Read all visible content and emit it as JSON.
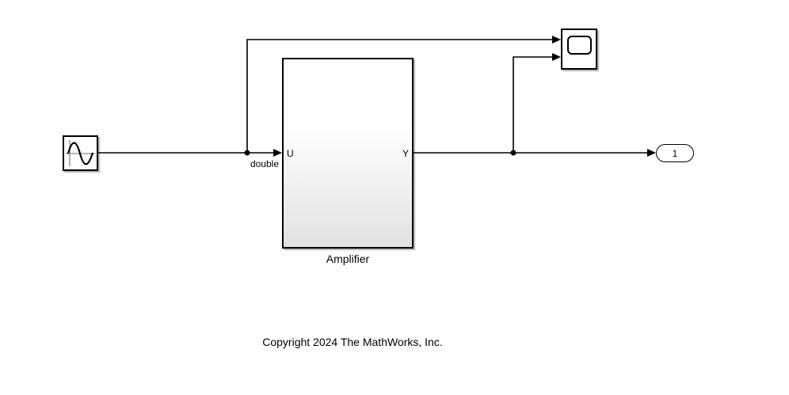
{
  "canvas": {
    "background": "#ffffff"
  },
  "colors": {
    "wire": "#000000",
    "block_border": "#000000",
    "block_fill": "#ffffff",
    "subsystem_gradient_bottom": "#e0e0e0",
    "icon_axis_gray": "#9c9c9c"
  },
  "blocks": {
    "sine_wave": {
      "icon": "sine-wave-icon"
    },
    "amplifier": {
      "label": "Amplifier",
      "input_port_label": "U",
      "output_port_label": "Y"
    },
    "scope": {
      "icon": "scope-display-icon"
    },
    "outport": {
      "label": "1"
    }
  },
  "signal": {
    "datatype_label": "double"
  },
  "footer": {
    "copyright": "Copyright 2024 The MathWorks, Inc."
  }
}
